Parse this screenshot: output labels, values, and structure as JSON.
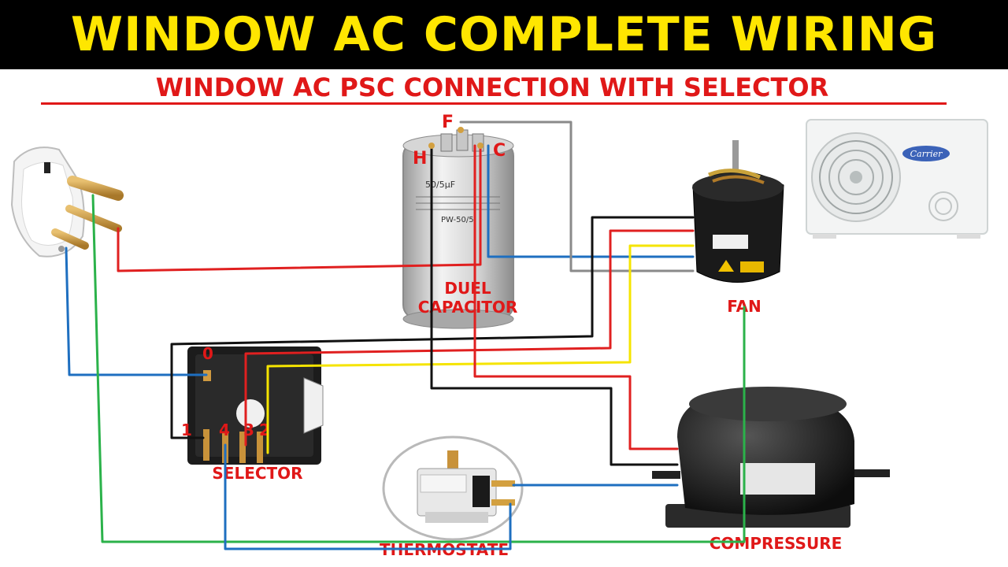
{
  "header": {
    "title": "WINDOW AC COMPLETE WIRING",
    "subtitle": "WINDOW AC PSC CONNECTION WITH SELECTOR"
  },
  "capacitor": {
    "label_line1": "DUEL",
    "label_line2": "CAPACITOR",
    "terminal_f": "F",
    "terminal_h": "H",
    "terminal_c": "C",
    "rating": "50/5µF",
    "model": "PW-50/5"
  },
  "fan": {
    "label": "FAN"
  },
  "selector": {
    "label": "SELECTOR",
    "terminal_0": "0",
    "terminal_1": "1",
    "terminal_4": "4",
    "terminal_3": "3",
    "terminal_2": "2"
  },
  "thermostat": {
    "label": "THERMOSTATE"
  },
  "compressor": {
    "label": "COMPRESSURE"
  },
  "outdoor_unit": {
    "brand": "Carrier"
  },
  "colors": {
    "banner_bg": "#000000",
    "title_yellow": "#ffe600",
    "label_red": "#e01818",
    "wire_red": "#e02020",
    "wire_blue": "#1e6fc0",
    "wire_green": "#2bb24a",
    "wire_black": "#111111",
    "wire_yellow": "#f5e400",
    "wire_grey": "#8a8a8a"
  }
}
